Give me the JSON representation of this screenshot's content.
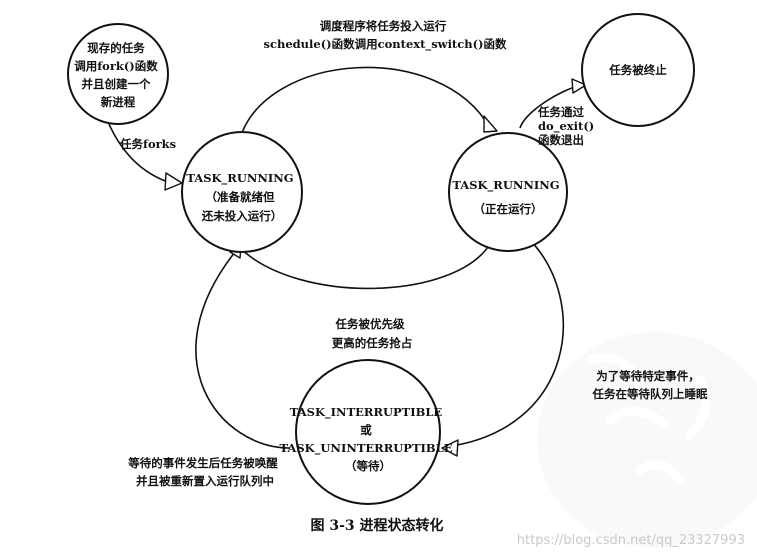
{
  "nodes": {
    "new": [
      "现存的任务",
      "调用fork()函数",
      "并且创建一个",
      "新进程"
    ],
    "ready": [
      "TASK_RUNNING",
      "（准备就绪但",
      "还未投入运行）"
    ],
    "running": [
      "TASK_RUNNING",
      "（正在运行）"
    ],
    "terminated": [
      "任务被终止"
    ],
    "waiting": [
      "TASK_INTERRUPTIBLE",
      "或",
      "TASK_UNINTERRUPTIBLE",
      "（等待）"
    ]
  },
  "edges": {
    "fork": [
      "任务forks"
    ],
    "schedule": [
      "调度程序将任务投入运行",
      "schedule()函数调用context_switch()函数"
    ],
    "exit": [
      "任务通过",
      "do_exit()",
      "函数退出"
    ],
    "preempt": [
      "任务被优先级",
      "更高的任务抢占"
    ],
    "sleep": [
      "为了等待特定事件，",
      "任务在等待队列上睡眠"
    ],
    "wake": [
      "等待的事件发生后任务被唤醒",
      "并且被重新置入运行队列中"
    ]
  },
  "caption": "图 3-3   进程状态转化",
  "watermark": "https://blog.csdn.net/qq_23327993"
}
